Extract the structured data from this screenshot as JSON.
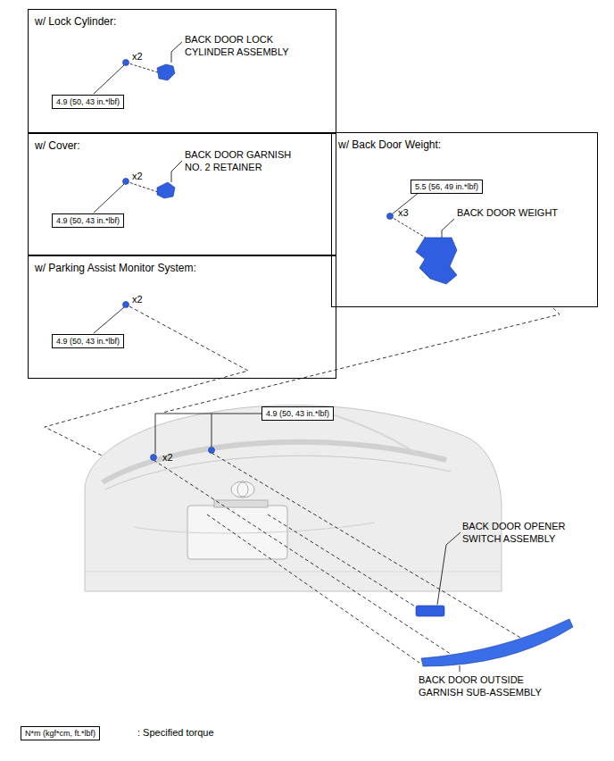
{
  "diagram": {
    "nodes": [
      {
        "text": [
          "w/ Lock Cylinder:"
        ]
      },
      {
        "text": [
          "4.9 (50, 43 in.*lbf)"
        ],
        "in": 0
      },
      {
        "text": [
          "w/ Cover:"
        ]
      },
      {
        "text": [
          "4.9 (50, 43 in.*lbf)"
        ],
        "in": 2
      },
      {
        "text": [
          "w/ Parking Assist Monitor System:"
        ]
      },
      {
        "text": [
          "4.9 (50, 43 in.*lbf)"
        ],
        "in": 4
      },
      {
        "text": [
          "w/ Back Door Weight:"
        ]
      },
      {
        "text": [
          "5.5 (56, 49 in.*lbf)"
        ],
        "in": 6
      },
      {
        "text": [
          "4.9 (50, 43 in.*lbf)"
        ]
      },
      {
        "text": [
          "N*m (kgf*cm, ft.*lbf)"
        ]
      }
    ],
    "labels": [
      "x2",
      "BACK DOOR LOCK CYLINDER ASSEMBLY",
      "x2",
      "BACK DOOR GARNISH NO. 2 RETAINER",
      "x2",
      "x3",
      "BACK DOOR WEIGHT",
      "x2",
      "BACK DOOR OPENER SWITCH ASSEMBLY",
      "BACK DOOR OUTSIDE GARNISH SUB-ASSEMBLY",
      ": Specified torque"
    ]
  }
}
